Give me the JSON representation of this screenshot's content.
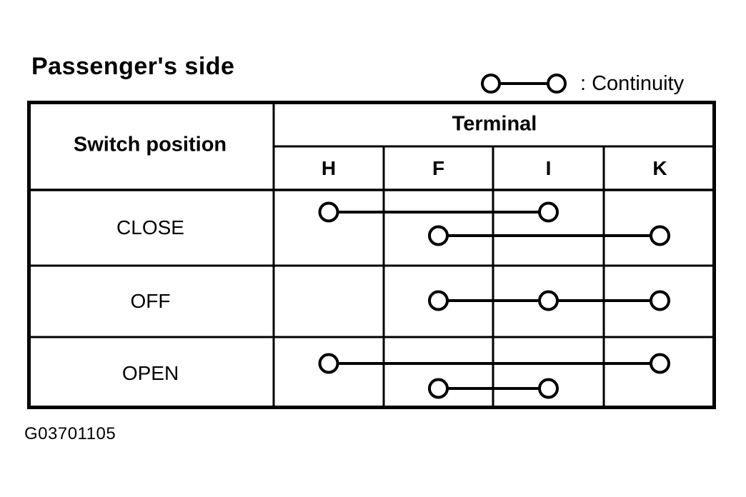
{
  "title": "Passenger's side",
  "legend": {
    "symbol": "continuity-symbol",
    "label": ": Continuity"
  },
  "figure_code": "G03701105",
  "colors": {
    "ink": "#000000",
    "background": "#ffffff"
  },
  "table": {
    "header": {
      "switch_position": "Switch position",
      "terminal": "Terminal"
    },
    "columns": [
      "H",
      "F",
      "I",
      "K"
    ],
    "rows": [
      {
        "label": "CLOSE",
        "connections": [
          [
            "H",
            "I"
          ],
          [
            "F",
            "K"
          ]
        ]
      },
      {
        "label": "OFF",
        "connections": [
          [
            "F",
            "I",
            "K"
          ]
        ]
      },
      {
        "label": "OPEN",
        "connections": [
          [
            "H",
            "K"
          ],
          [
            "F",
            "I"
          ]
        ]
      }
    ]
  }
}
